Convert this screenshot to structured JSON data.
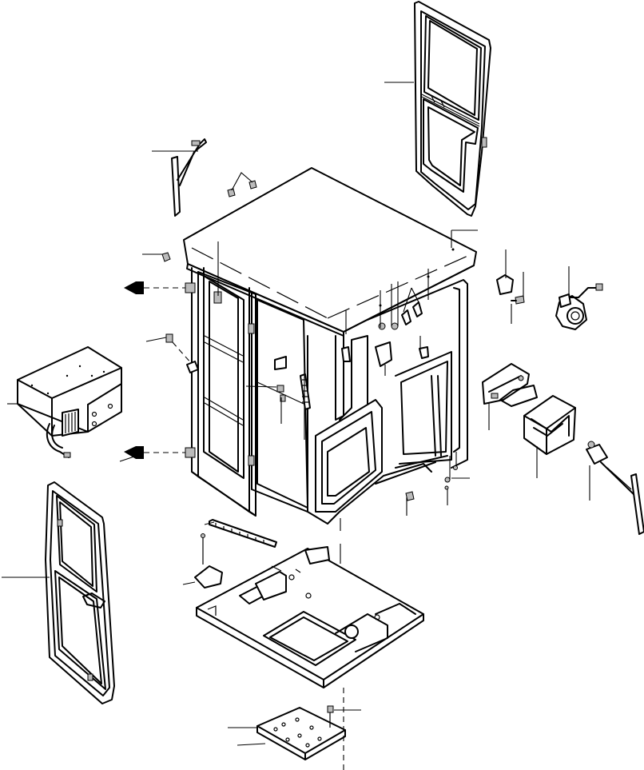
{
  "diagram": {
    "type": "exploded-parts-view",
    "colors": {
      "line": "#000000",
      "background": "#ffffff",
      "shade": "#bbbbbb"
    },
    "parts": [
      "cab-frame-with-roof",
      "right-door",
      "left-door",
      "floor-plate",
      "inspection-cover",
      "air-conditioner-unit",
      "wiper-arm-front",
      "wiper-arm-right",
      "wiper-motor",
      "wiper-motor-bracket",
      "wiper-motor-cover",
      "door-catch",
      "seal-strip",
      "small-cover-plate",
      "gas-spring",
      "mounting-pins",
      "clips"
    ],
    "callout_count": 32
  }
}
